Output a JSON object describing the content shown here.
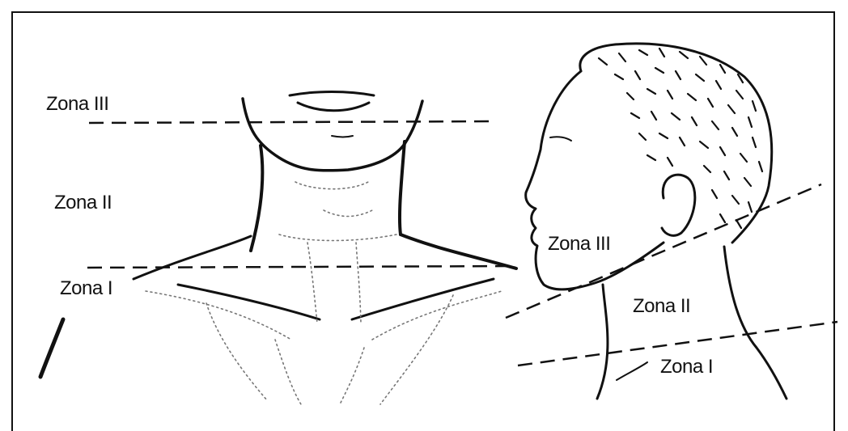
{
  "front_view": {
    "zone3_label": "Zona III",
    "zone2_label": "Zona II",
    "zone1_label": "Zona I"
  },
  "side_view": {
    "zone3_label": "Zona III",
    "zone2_label": "Zona II",
    "zone1_label": "Zona I"
  },
  "colors": {
    "line": "#111111",
    "dotted": "#777777",
    "background": "#ffffff"
  }
}
